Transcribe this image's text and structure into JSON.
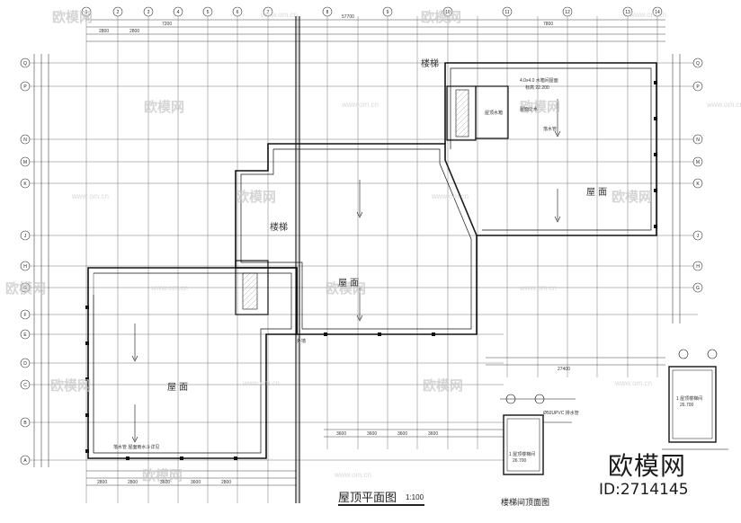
{
  "titles": {
    "roof_plan": "屋顶平面图",
    "scale": "1:100",
    "stair_roof_plan": "楼梯间顶面图"
  },
  "rooms": {
    "roof_left": "屋  面",
    "roof_center": "屋  面",
    "roof_right": "屋  面",
    "stair_upper": "楼梯",
    "stair_lower": "楼梯",
    "water_tank": "屋顶水箱",
    "tank_size": "4.0x4.0 水箱间屋面",
    "tank_elev": "标高 22.200",
    "outlet_note_1": "屋面泛水",
    "outlet_note_2": "落水管",
    "drain_note": "落水管\n屋面雨水斗详见",
    "ext_wall": "外墙",
    "vent_note": "Ø50UPVC 排水管",
    "stair_roof_1": "1 屋顶楼梯间",
    "stair_roof_2": "26.700",
    "stair_roof_3": "1 屋顶楼梯间",
    "stair_roof_4": "26.700"
  },
  "top_dims": [
    "7200",
    "57700",
    "7800",
    "2800",
    "2800"
  ],
  "axis_top": [
    "1",
    "2",
    "3",
    "4",
    "5",
    "6",
    "7",
    "8",
    "9",
    "10",
    "11",
    "12",
    "13",
    "14"
  ],
  "axis_left": [
    "Q",
    "P",
    "N",
    "M",
    "K",
    "J",
    "H",
    "G",
    "F",
    "E",
    "D",
    "C",
    "B",
    "A"
  ],
  "axis_right": [
    "Q",
    "P",
    "N",
    "M",
    "K",
    "J",
    "H",
    "G"
  ],
  "bottom_dims": [
    "2800",
    "2800",
    "3600",
    "3600",
    "2800",
    "3600",
    "3600",
    "3600",
    "3600",
    "27400"
  ],
  "brand": {
    "name": "欧模网",
    "id": "ID:2714145"
  },
  "watermark": {
    "text": "欧模网",
    "url": "www.om.cn"
  }
}
